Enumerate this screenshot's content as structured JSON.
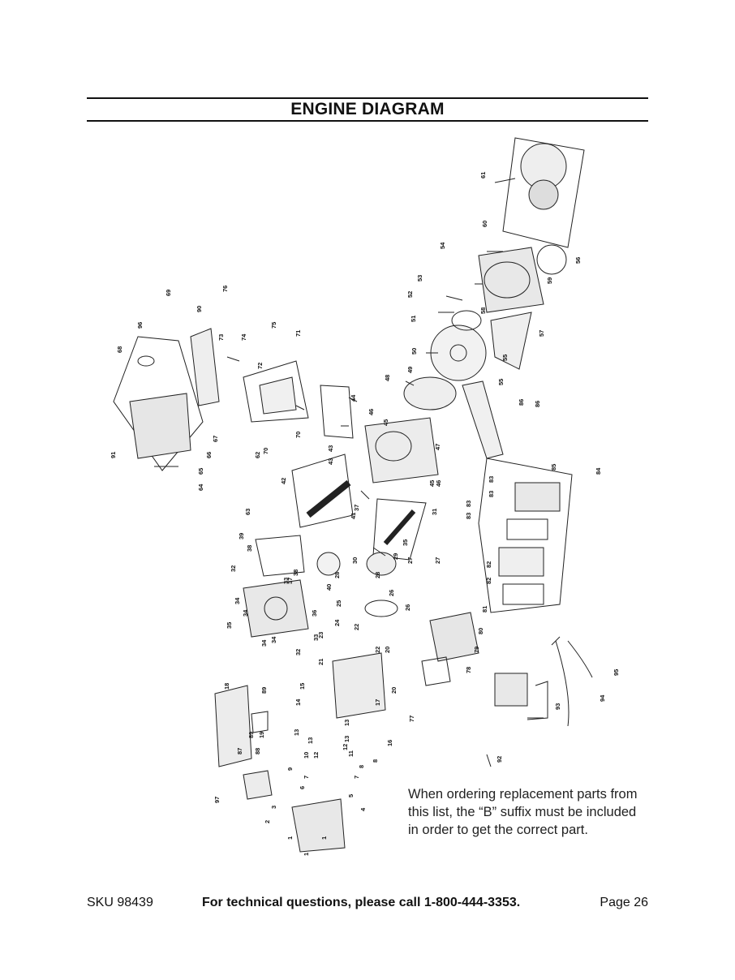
{
  "page": {
    "title": "ENGINE DIAGRAM",
    "note": "When ordering replacement parts from this list, the “B” suffix must be included in order to get the correct part.",
    "footer": {
      "sku": "SKU 98439",
      "technical": "For technical questions, please call 1-800-444-3353.",
      "page": "Page 26"
    }
  },
  "diagram": {
    "part_labels": [
      "1",
      "1",
      "1",
      "2",
      "3",
      "4",
      "5",
      "6",
      "7",
      "7",
      "8",
      "8",
      "9",
      "10",
      "11",
      "12",
      "12",
      "13",
      "13",
      "13",
      "13",
      "14",
      "15",
      "16",
      "17",
      "18",
      "19",
      "20",
      "20",
      "21",
      "22",
      "22",
      "23",
      "24",
      "25",
      "26",
      "26",
      "27",
      "27",
      "28",
      "28",
      "29",
      "30",
      "31",
      "32",
      "32",
      "33",
      "33",
      "34",
      "34",
      "34",
      "34",
      "35",
      "35",
      "36",
      "37",
      "37",
      "38",
      "38",
      "39",
      "40",
      "41",
      "42",
      "43",
      "43",
      "44",
      "45",
      "45",
      "46",
      "46",
      "47",
      "48",
      "49",
      "50",
      "51",
      "52",
      "53",
      "54",
      "55",
      "55",
      "56",
      "57",
      "58",
      "59",
      "60",
      "61",
      "62",
      "63",
      "64",
      "65",
      "66",
      "67",
      "68",
      "69",
      "70",
      "70",
      "71",
      "72",
      "73",
      "74",
      "75",
      "76",
      "77",
      "78",
      "79",
      "80",
      "81",
      "82",
      "82",
      "83",
      "83",
      "83",
      "83",
      "84",
      "85",
      "86",
      "86",
      "87",
      "88",
      "89",
      "89",
      "90",
      "91",
      "92",
      "93",
      "94",
      "95",
      "96",
      "97"
    ]
  }
}
